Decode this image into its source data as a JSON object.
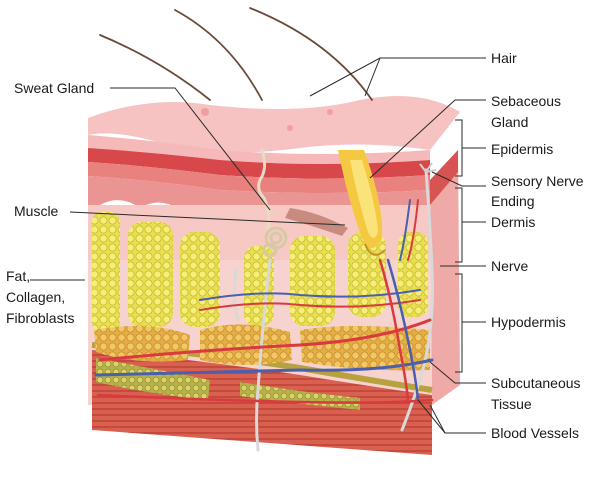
{
  "labels": {
    "hair": "Hair",
    "sweat_gland": "Sweat Gland",
    "sebaceous_gland_1": "Sebaceous",
    "sebaceous_gland_2": "Gland",
    "epidermis": "Epidermis",
    "sensory_nerve_1": "Sensory Nerve",
    "sensory_nerve_2": "Ending",
    "muscle": "Muscle",
    "dermis": "Dermis",
    "nerve": "Nerve",
    "fat_1": "Fat,",
    "fat_2": "Collagen,",
    "fat_3": "Fibroblasts",
    "hypodermis": "Hypodermis",
    "subcutaneous_1": "Subcutaneous",
    "subcutaneous_2": "Tissue",
    "blood_vessels": "Blood Vessels"
  },
  "colors": {
    "epidermis_pink": "#f4b9b8",
    "epidermis_red": "#d64a4c",
    "dermis": "#f2a7a4",
    "fat_yellow": "#e6de4e",
    "fat_orange": "#e7b24a",
    "muscle_band": "#d9604f",
    "artery": "#d93a3f",
    "vein": "#4a5fae",
    "nerve": "#e2e2e2",
    "hair": "#6b4a3a"
  }
}
